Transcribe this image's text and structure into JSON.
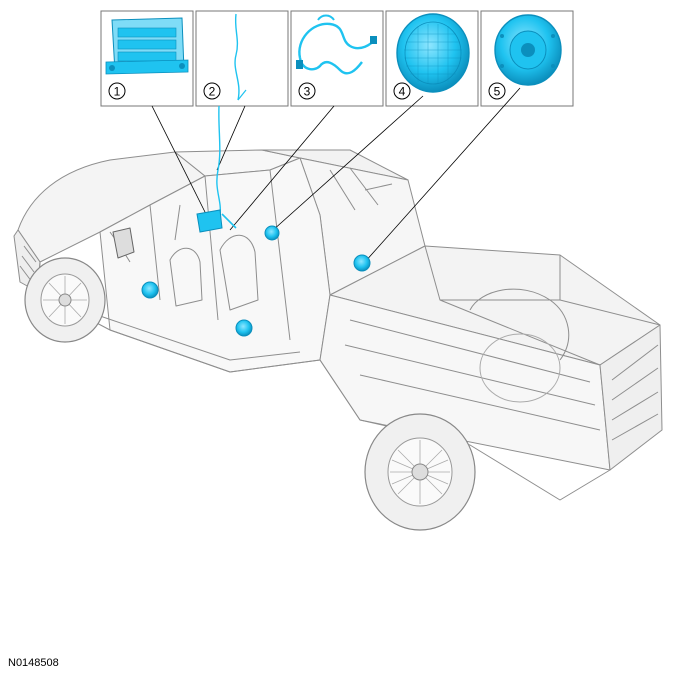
{
  "figure_id": "N0148508",
  "colors": {
    "component": "#1fc3f0",
    "component_dark": "#0b8fbd",
    "outline": "#8e8e8e",
    "line": "#000000"
  },
  "callouts": [
    {
      "number": "1",
      "icon": "audio-control-module-icon"
    },
    {
      "number": "2",
      "icon": "antenna-cable-icon"
    },
    {
      "number": "3",
      "icon": "wiring-harness-icon"
    },
    {
      "number": "4",
      "icon": "speaker-grille-icon"
    },
    {
      "number": "5",
      "icon": "speaker-icon"
    }
  ]
}
